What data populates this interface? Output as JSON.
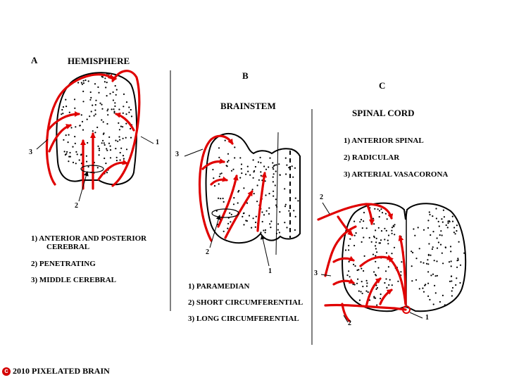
{
  "colors": {
    "artery": "#e00000",
    "outline": "#000000"
  },
  "panel_a": {
    "letter": "A",
    "title": "HEMISPHERE",
    "callouts": {
      "one": "1",
      "two": "2",
      "three": "3"
    },
    "legend": [
      "1)  ANTERIOR AND POSTERIOR",
      "CEREBRAL",
      "2)  PENETRATING",
      "3) MIDDLE CEREBRAL"
    ]
  },
  "panel_b": {
    "letter": "B",
    "title": "BRAINSTEM",
    "callouts": {
      "one": "1",
      "two": "2",
      "three": "3"
    },
    "legend": [
      "1) PARAMEDIAN",
      "2) SHORT CIRCUMFERENTIAL",
      "3) LONG CIRCUMFERENTIAL"
    ]
  },
  "panel_c": {
    "letter": "C",
    "title": "SPINAL CORD",
    "callouts": {
      "one": "1",
      "two_top": "2",
      "two_bottom": "2",
      "three": "3"
    },
    "legend": [
      "1) ANTERIOR SPINAL",
      "2) RADICULAR",
      "3) ARTERIAL VASACORONA"
    ]
  },
  "footer": {
    "copyright_icon": "copyright-icon",
    "text": "2010  PIXELATED BRAIN"
  }
}
